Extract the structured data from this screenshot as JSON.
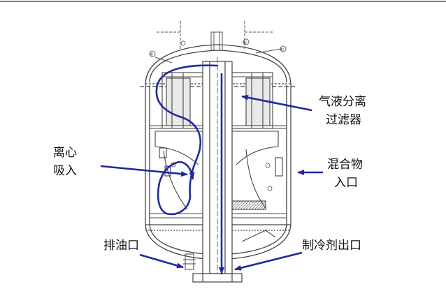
{
  "labels": {
    "separator_filter": [
      "气液分离",
      "过滤器"
    ],
    "centrifugal_suction": [
      "离心",
      "吸入"
    ],
    "mixture_inlet": [
      "混合物",
      "入口"
    ],
    "oil_drain": "排油口",
    "refrigerant_outlet": "制冷剂出口"
  },
  "colors": {
    "flow": "#1f2a9e",
    "arrow": "#1f2a9e",
    "drawing": "#444444",
    "text": "#111111"
  },
  "drawing_marks": [
    "②",
    "⑥",
    "⑤"
  ]
}
